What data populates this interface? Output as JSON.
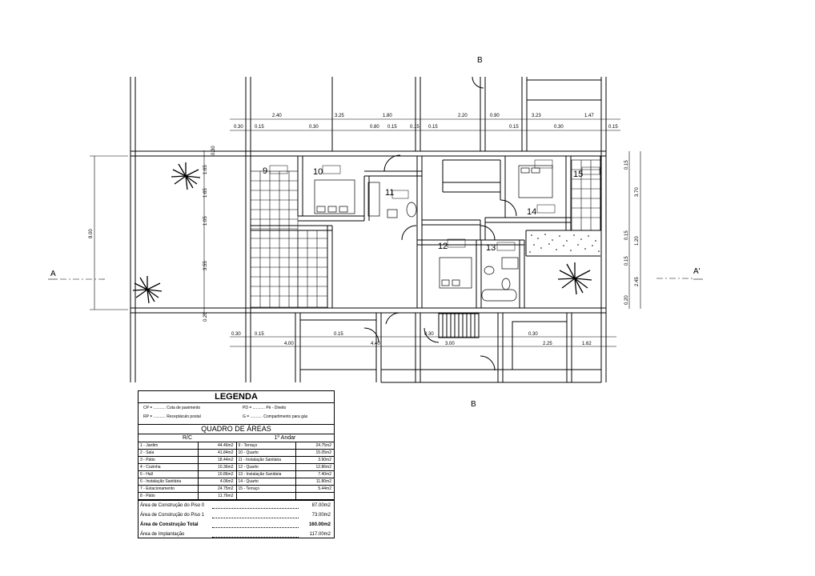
{
  "sections": {
    "a": "A",
    "a_prime": "A'",
    "b_top": "B",
    "b_bottom": "B"
  },
  "rooms": [
    "9",
    "10",
    "11",
    "12",
    "13",
    "14",
    "15"
  ],
  "top_dims": [
    "2.40",
    "3.25",
    "1.80",
    "2.20",
    "0.90",
    "3.23",
    "1.47"
  ],
  "top_small_dims": [
    "0.30",
    "0.15",
    "0.30",
    "0.80",
    "0.15",
    "0.15",
    "0.15",
    "0.15",
    "0.30",
    "0.15"
  ],
  "bottom_dims": [
    "4.00",
    "4.40",
    "3.00",
    "2.25",
    "1.62"
  ],
  "bottom_small_dims": [
    "0.30",
    "0.15",
    "0.15",
    "0.30",
    "0.30"
  ],
  "left_dims": [
    "0.30",
    "1.65",
    "1.65",
    "1.05",
    "3.55",
    "8.00",
    "0.20"
  ],
  "right_dims": [
    "0.15",
    "3.70",
    "0.15",
    "1.20",
    "0.15",
    "2.45",
    "0.20"
  ],
  "legend": {
    "title": "LEGENDA",
    "abbr": [
      "CP = ........... Cota de pavimento",
      "RP = ........... Receptáculo postal",
      "PD = ........... Pé - Direito",
      "G = ........... Compartimento para gás"
    ],
    "table_title": "QUADRO DE ÁREAS",
    "col_rc": "R/C",
    "col_1": "1º Andar",
    "rc_rows": [
      {
        "name": "1 - Jardim",
        "area": "44.46m2"
      },
      {
        "name": "2 - Sala",
        "area": "41.84m2"
      },
      {
        "name": "3 - Pátio",
        "area": "18.44m2"
      },
      {
        "name": "4 - Cozinha",
        "area": "10.36m2"
      },
      {
        "name": "5 - Hall",
        "area": "10.86m2"
      },
      {
        "name": "6 - Instalação Sanitária",
        "area": "4.06m2"
      },
      {
        "name": "7 - Estacionamento",
        "area": "24.75m2"
      },
      {
        "name": "8 - Pátio",
        "area": "11.76m2"
      }
    ],
    "first_rows": [
      {
        "name": "9 - Terraço",
        "area": "24.75m2"
      },
      {
        "name": "10 - Quarto",
        "area": "15.05m2"
      },
      {
        "name": "11 - Instalação Sanitária",
        "area": "3.90m2"
      },
      {
        "name": "12 - Quarto",
        "area": "12.86m2"
      },
      {
        "name": "13 - Instalação Sanitária",
        "area": "7.40m2"
      },
      {
        "name": "14 - Quarto",
        "area": "11.80m2"
      },
      {
        "name": "15 - Terraço",
        "area": "5.44m2"
      },
      {
        "name": "",
        "area": ""
      }
    ],
    "totals": [
      {
        "label": "Área de Construção do Piso 0",
        "value": "87.00m2"
      },
      {
        "label": "Área de Construção do Piso 1",
        "value": "73.00m2"
      },
      {
        "label": "Área de Construção Total",
        "value": "160.00m2"
      },
      {
        "label": "Área de Implantação",
        "value": "117.00m2"
      }
    ]
  }
}
